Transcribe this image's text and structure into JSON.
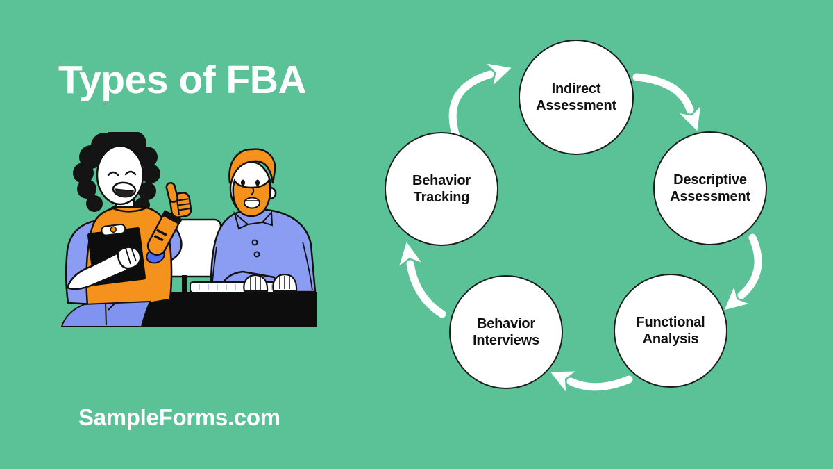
{
  "page": {
    "title": "Types of FBA",
    "watermark": "SampleForms.com",
    "background_color": "#5ac296",
    "title_color": "#ffffff"
  },
  "diagram": {
    "type": "cycle",
    "direction": "clockwise",
    "node_fill": "#ffffff",
    "node_border_color": "#1c1c1c",
    "label_color": "#111111",
    "arrow_color": "#ffffff",
    "nodes": [
      {
        "label": "Indirect Assessment",
        "line1": "Indirect",
        "line2": "Assessment"
      },
      {
        "label": "Descriptive Assessment",
        "line1": "Descriptive",
        "line2": "Assessment"
      },
      {
        "label": "Functional Analysis",
        "line1": "Functional",
        "line2": "Analysis"
      },
      {
        "label": "Behavior Interviews",
        "line1": "Behavior",
        "line2": "Interviews"
      },
      {
        "label": "Behavior Tracking",
        "line1": "Behavior",
        "line2": "Tracking"
      }
    ],
    "arrows": [
      {
        "from": "Behavior Tracking",
        "to": "Indirect Assessment"
      },
      {
        "from": "Indirect Assessment",
        "to": "Descriptive Assessment"
      },
      {
        "from": "Descriptive Assessment",
        "to": "Functional Analysis"
      },
      {
        "from": "Functional Analysis",
        "to": "Behavior Interviews"
      },
      {
        "from": "Behavior Interviews",
        "to": "Behavior Tracking"
      }
    ]
  },
  "illustration": {
    "name": "two-colleagues-at-computer",
    "colors": {
      "outline_black": "#111111",
      "clothing_blue": "#8a9df2",
      "skirt_blue": "#8093f0",
      "accent_orange": "#f5921e",
      "desk_black": "#0d0d0d",
      "cuff_blue": "#4f6cf0"
    }
  }
}
